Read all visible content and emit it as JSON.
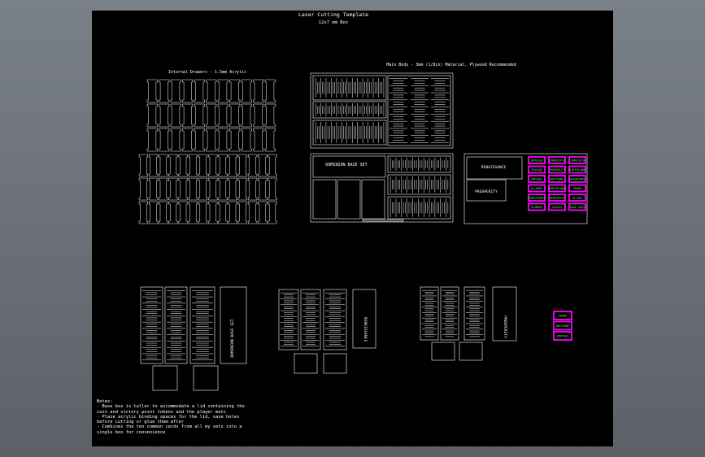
{
  "sheet": {
    "title": "Laser Cutting Template",
    "subtitle": "12x7 mm Box"
  },
  "labels": {
    "internal_drawers": "Internal Drawers - 1.5mm Acrylic",
    "main_body": "Main Body - 3mm (1/8in) Material, Plywood Recommended",
    "dominion_base_set": "DOMINION BASE SET",
    "renaissance": "RENAISSANCE",
    "prosperity": "PROSPERITY"
  },
  "tags": {
    "grid_rows": [
      [
        "INTRIGUE",
        "CORNUCOPIA",
        "CORNUCOPIA"
      ],
      [
        "SEASIDE",
        "PROSPERITY",
        "HINTERLANDS"
      ],
      [
        "EMPIRES",
        "NOCTURNE",
        "ADVENTURES"
      ],
      [
        "ALCHEMY",
        "HINTERLANDS",
        "PROMO"
      ],
      [
        "RENAISSANCE",
        "MENAGERIE",
        "ALLIES"
      ],
      [
        "PLUNDER",
        "GUILDS",
        "DARK AGES"
      ]
    ],
    "stack": [
      "PROMO",
      "NOCTURNE",
      "EMPIRES"
    ]
  },
  "notes": {
    "heading": "Notes:",
    "items": [
      "-  Base box is taller to accommodate a lid containing the",
      "   coin and victory point tokens and the player mats",
      "-  Place acrylic binding spaces for the lid, save holes",
      "   before cutting or glue them after",
      "-  Combines the ten common cards from all my sets into a",
      "   single box for convenience"
    ]
  },
  "colors": {
    "sheet": "#000000",
    "line": "#ffffff",
    "tag_outline": "#ff00ff",
    "tag_text": "#33ff33",
    "frame": "#6b7179"
  }
}
